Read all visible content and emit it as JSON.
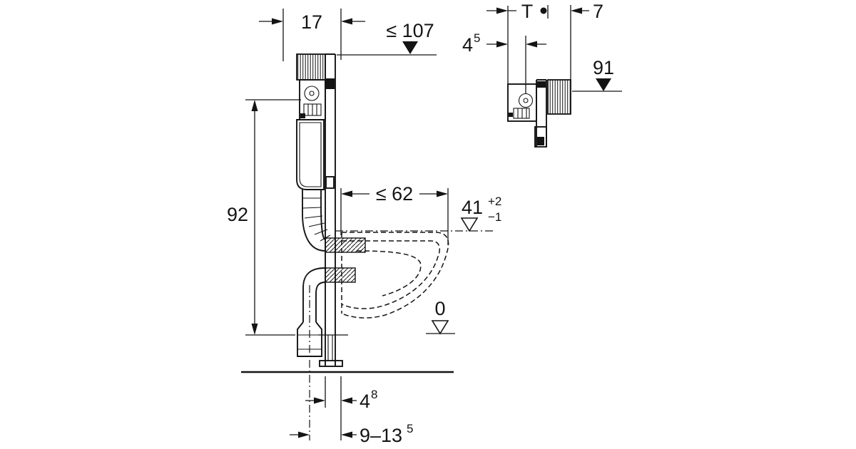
{
  "drawing": {
    "type": "installation-dimension-drawing",
    "line_color": "#141414",
    "background": "#ffffff"
  },
  "labels": {
    "frame_depth": "17",
    "top_height": "≤ 107",
    "install_height": "92",
    "bowl_depth": "≤ 62",
    "rim_height": "41",
    "rim_tol_plus": "+2",
    "rim_tol_minus": "−1",
    "floor_level": "0",
    "outlet_offset": "4",
    "outlet_offset_sup": "8",
    "outlet_range": "9–13",
    "outlet_range_sup": "5",
    "depth_t": "T",
    "plate_depth": "7",
    "side_offset": "4",
    "side_offset_sup": "5",
    "meter_mark": "91"
  }
}
